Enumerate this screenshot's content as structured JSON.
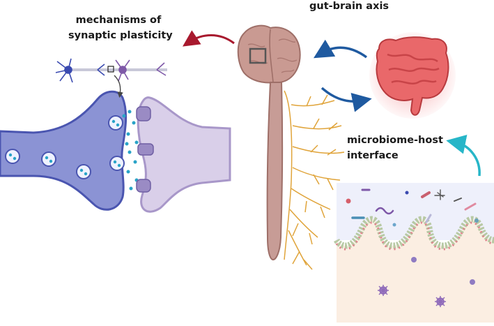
{
  "labels": {
    "synaptic_line1": "mechanisms of",
    "synaptic_line2": "synaptic plasticity",
    "gut_brain": "gut-brain axis",
    "microbiome_line1": "microbiome-host",
    "microbiome_line2": "interface"
  },
  "colors": {
    "presynaptic": "#8b93d4",
    "presynaptic_edge": "#4a55b0",
    "postsynaptic": "#d9cfe9",
    "postsynaptic_edge": "#a897c9",
    "receptor": "#9a8bc4",
    "neurotransmitter": "#29a3c7",
    "brain": "#c99a92",
    "spinal_cord": "#c79c96",
    "vagus_nerve": "#e0a43a",
    "gut": "#e9686a",
    "gut_glow": "#f6a3a6",
    "arrow_red": "#a8192e",
    "arrow_blue": "#1f5aa0",
    "arrow_teal": "#27b6c8",
    "lumen": "#eef0fb",
    "tissue": "#fbeee2"
  },
  "icons": {
    "synapse": "synapse-illustration",
    "neuron": "neuron-pair-icon",
    "brain": "brain-icon",
    "gut": "intestine-icon",
    "microbiome": "intestinal-epithelium-icon"
  }
}
